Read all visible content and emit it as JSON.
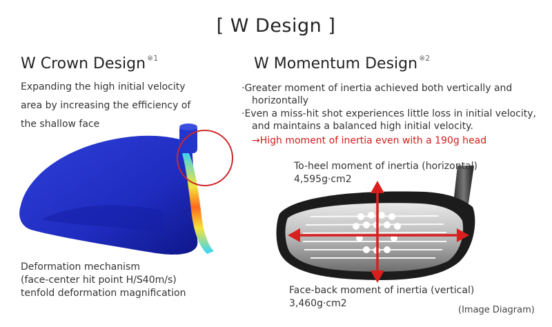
{
  "title": "[ W Design ]",
  "left": {
    "heading": "W Crown Design",
    "note_mark": "※1",
    "description": [
      "Expanding the high initial velocity",
      "area by increasing the efficiency of",
      "the shallow face"
    ],
    "caption": [
      "Deformation mechanism",
      "(face-center hit point H/S40m/s)",
      "tenfold deformation magnification"
    ]
  },
  "right": {
    "heading": "W Momentum Design",
    "note_mark": "※2",
    "bullets": [
      {
        "line1": "·Greater moment of inertia achieved both vertically and",
        "line2": "horizontally"
      },
      {
        "line1": "·Even a miss-hit shot experiences little loss in initial velocity,",
        "line2": "and maintains a balanced high initial velocity."
      }
    ],
    "highlight": "→High moment of inertia even with a 190g head",
    "horizontal_label": "To-heel moment of inertia (horizontal)",
    "horizontal_value": "4,595g·cm2",
    "vertical_label": "Face-back moment of inertia (vertical)",
    "vertical_value": "3,460g·cm2",
    "image_note": "(Image Diagram)"
  },
  "colors": {
    "highlight": "#d21c1c",
    "arrow": "#d91e1e",
    "circle": "#d0262a"
  }
}
